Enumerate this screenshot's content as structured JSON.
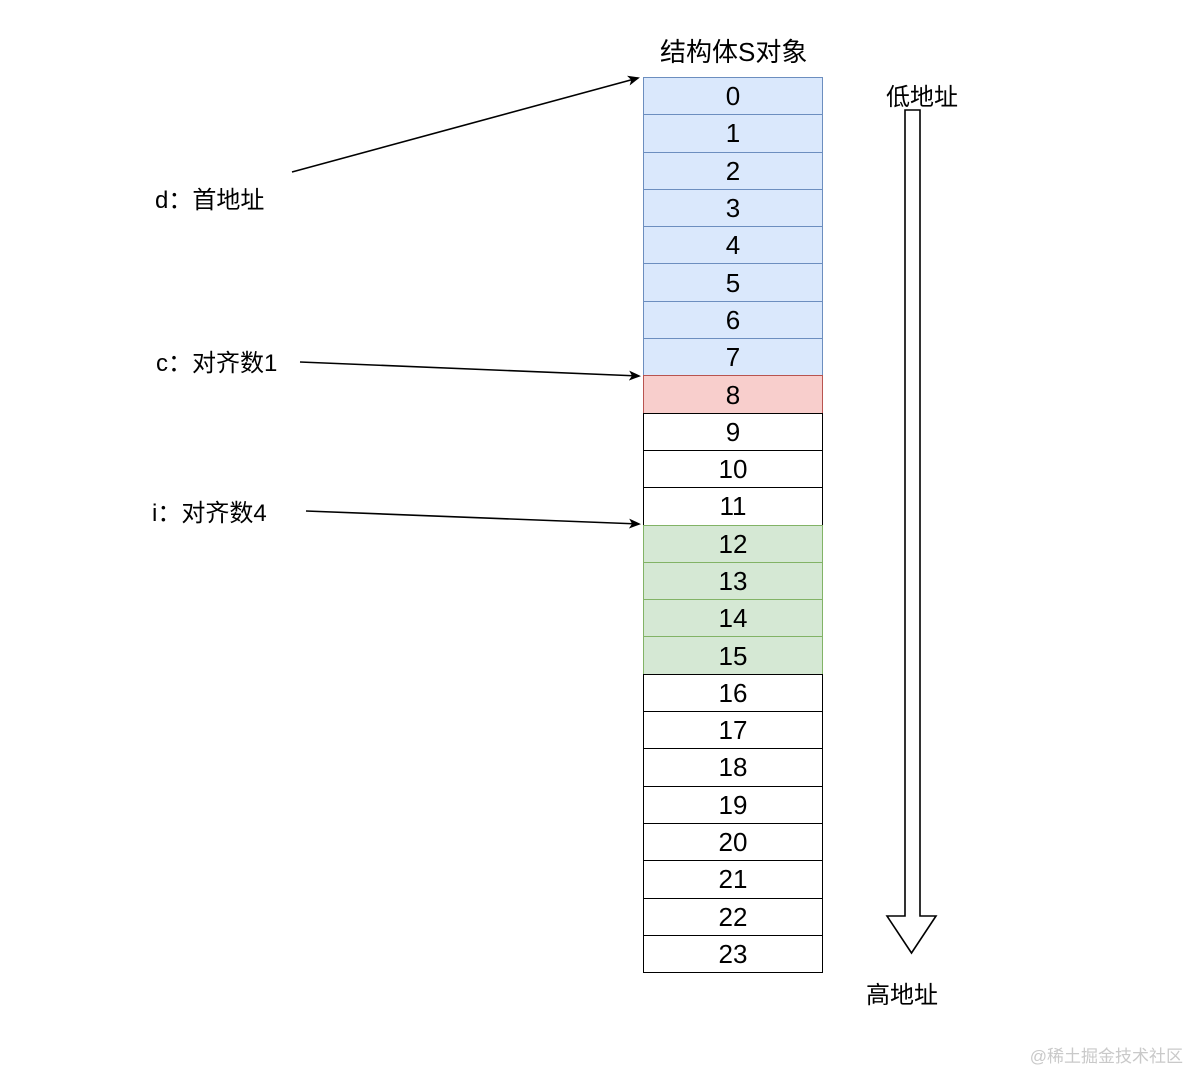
{
  "title": "结构体S对象",
  "labels": {
    "d": "d：首地址",
    "c": "c：对齐数1",
    "i": "i：对齐数4"
  },
  "address": {
    "low": "低地址",
    "high": "高地址"
  },
  "watermark": "@稀土掘金技术社区",
  "memory": {
    "groups": {
      "double": {
        "fill": "#dae8fc",
        "border": "#6c8ebf"
      },
      "char": {
        "fill": "#f8cecc",
        "border": "#b85450"
      },
      "padding": {
        "fill": "#ffffff",
        "border": "#000000"
      },
      "int": {
        "fill": "#d5e8d4",
        "border": "#82b366"
      }
    },
    "cells": [
      {
        "value": "0",
        "group": "double"
      },
      {
        "value": "1",
        "group": "double"
      },
      {
        "value": "2",
        "group": "double"
      },
      {
        "value": "3",
        "group": "double"
      },
      {
        "value": "4",
        "group": "double"
      },
      {
        "value": "5",
        "group": "double"
      },
      {
        "value": "6",
        "group": "double"
      },
      {
        "value": "7",
        "group": "double"
      },
      {
        "value": "8",
        "group": "char"
      },
      {
        "value": "9",
        "group": "padding"
      },
      {
        "value": "10",
        "group": "padding"
      },
      {
        "value": "11",
        "group": "padding"
      },
      {
        "value": "12",
        "group": "int"
      },
      {
        "value": "13",
        "group": "int"
      },
      {
        "value": "14",
        "group": "int"
      },
      {
        "value": "15",
        "group": "int"
      },
      {
        "value": "16",
        "group": "padding"
      },
      {
        "value": "17",
        "group": "padding"
      },
      {
        "value": "18",
        "group": "padding"
      },
      {
        "value": "19",
        "group": "padding"
      },
      {
        "value": "20",
        "group": "padding"
      },
      {
        "value": "21",
        "group": "padding"
      },
      {
        "value": "22",
        "group": "padding"
      },
      {
        "value": "23",
        "group": "padding"
      }
    ]
  }
}
